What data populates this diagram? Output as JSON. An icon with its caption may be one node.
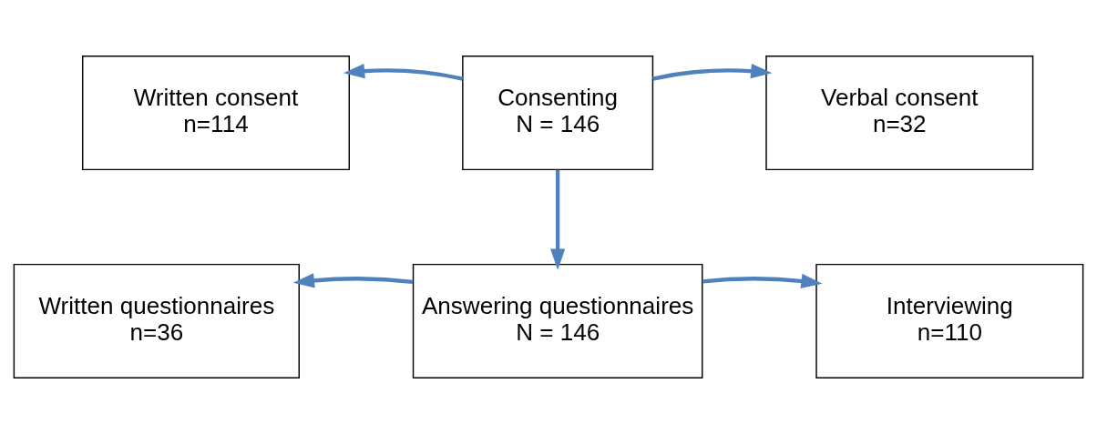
{
  "diagram": {
    "nodes": [
      {
        "text": [
          "Consenting",
          "N = 146"
        ]
      },
      {
        "text": [
          "Written consent",
          "n=114"
        ]
      },
      {
        "text": [
          "Verbal consent",
          "n=32"
        ]
      },
      {
        "text": [
          "Answering questionnaires",
          "N = 146"
        ]
      },
      {
        "text": [
          "Written questionnaires",
          "n=36"
        ]
      },
      {
        "text": [
          "Interviewing",
          "n=110"
        ]
      }
    ],
    "edges": [
      {
        "from": 0,
        "to": 1,
        "arrow": "to"
      },
      {
        "from": 0,
        "to": 2,
        "arrow": "to"
      },
      {
        "from": 0,
        "to": 3,
        "arrow": "to"
      },
      {
        "from": 3,
        "to": 4,
        "arrow": "to"
      },
      {
        "from": 3,
        "to": 5,
        "arrow": "to"
      }
    ]
  }
}
